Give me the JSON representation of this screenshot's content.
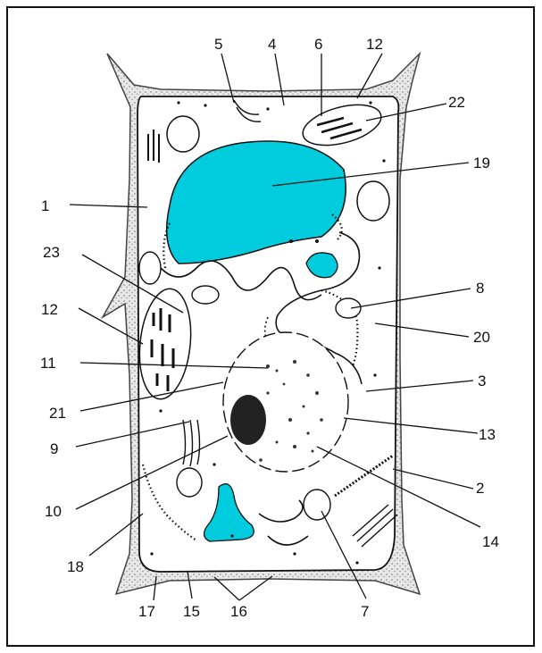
{
  "diagram": {
    "labels": [
      {
        "id": "l1",
        "text": "1"
      },
      {
        "id": "l2",
        "text": "2"
      },
      {
        "id": "l3",
        "text": "3"
      },
      {
        "id": "l4",
        "text": "4"
      },
      {
        "id": "l5",
        "text": "5"
      },
      {
        "id": "l6",
        "text": "6"
      },
      {
        "id": "l7",
        "text": "7"
      },
      {
        "id": "l8",
        "text": "8"
      },
      {
        "id": "l9",
        "text": "9"
      },
      {
        "id": "l10",
        "text": "10"
      },
      {
        "id": "l11",
        "text": "11"
      },
      {
        "id": "l12a",
        "text": "12"
      },
      {
        "id": "l12b",
        "text": "12"
      },
      {
        "id": "l13",
        "text": "13"
      },
      {
        "id": "l14",
        "text": "14"
      },
      {
        "id": "l15",
        "text": "15"
      },
      {
        "id": "l16",
        "text": "16"
      },
      {
        "id": "l17",
        "text": "17"
      },
      {
        "id": "l18",
        "text": "18"
      },
      {
        "id": "l19",
        "text": "19"
      },
      {
        "id": "l20",
        "text": "20"
      },
      {
        "id": "l21",
        "text": "21"
      },
      {
        "id": "l22",
        "text": "22"
      },
      {
        "id": "l23",
        "text": "23"
      }
    ],
    "colors": {
      "vacuole": "#00ccdd",
      "outline": "#111111",
      "stipple": "#9a9a9a",
      "background": "#ffffff"
    }
  }
}
